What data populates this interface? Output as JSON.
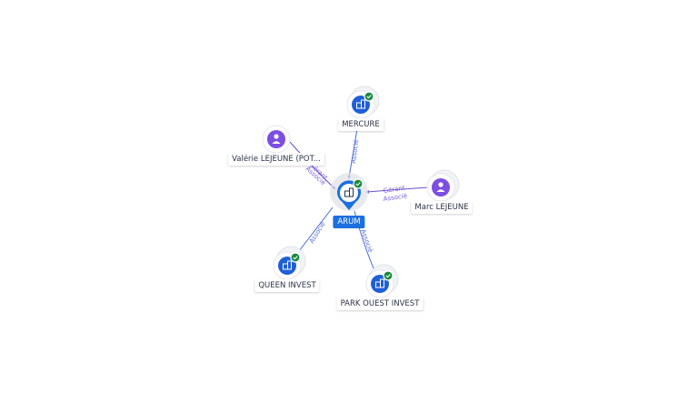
{
  "center": {
    "label": "ARUM",
    "icon": "building-icon"
  },
  "nodes": [
    {
      "id": "mercure",
      "label": "MERCURE",
      "kind": "company",
      "icon": "building-icon"
    },
    {
      "id": "valerie",
      "label": "Valérie LEJEUNE (POT...",
      "kind": "person",
      "icon": "user-icon"
    },
    {
      "id": "marc",
      "label": "Marc LEJEUNE",
      "kind": "person",
      "icon": "user-icon"
    },
    {
      "id": "queen",
      "label": "QUEEN INVEST",
      "kind": "company",
      "icon": "building-icon"
    },
    {
      "id": "park",
      "label": "PARK OUEST INVEST",
      "kind": "company",
      "icon": "building-icon"
    }
  ],
  "edges": {
    "mercure": [
      "Associé"
    ],
    "valerie": [
      "Gérant",
      "Associé"
    ],
    "marc": [
      "Gérant",
      "Associé"
    ],
    "queen": [
      "Associé"
    ],
    "park": [
      "Associé"
    ]
  },
  "colors": {
    "company": "#1f5fd6",
    "person": "#7c4ee4",
    "verified": "#1b8a3f",
    "edge": "#4a6fd6",
    "center_label_bg": "#1d6fe0"
  }
}
